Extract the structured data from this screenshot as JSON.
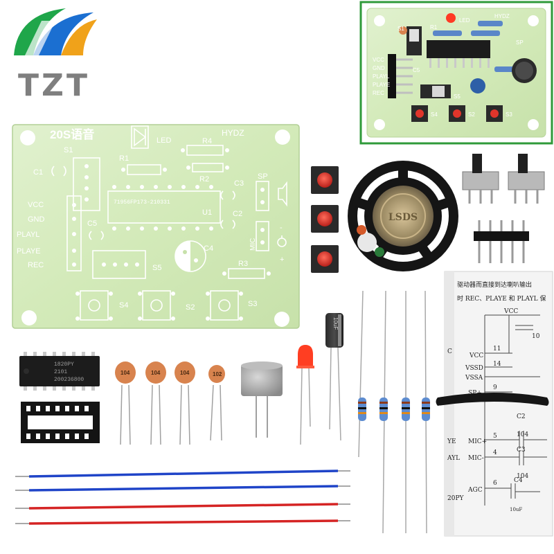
{
  "brand": {
    "logo_text": "TZT",
    "logo_colors": [
      "#1fa64a",
      "#1b6fd1",
      "#f0a21a",
      "#8a8a8a"
    ]
  },
  "pcb_main": {
    "title": "20S语音",
    "brand": "HYDZ",
    "chip_marking": "71956FP173-210331",
    "labels": {
      "led": "LED",
      "r1": "R1",
      "r2": "R2",
      "r3": "R3",
      "r4": "R4",
      "s1": "S1",
      "s2": "S2",
      "s3": "S3",
      "s4": "S4",
      "s5": "S5",
      "c1": "C1",
      "c2": "C2",
      "c3": "C3",
      "c4": "C4",
      "c5": "C5",
      "u1": "U1",
      "sp": "SP",
      "mic": "MIC",
      "plus": "+",
      "minus": "-"
    },
    "pins": [
      "VCC",
      "GND",
      "PLAYL",
      "PLAYE",
      "REC"
    ]
  },
  "pcb_inset": {
    "brand": "HYDZ",
    "led": "LED",
    "sp": "SP",
    "pins": [
      "VCC",
      "GND",
      "PLAYL",
      "PLAYE",
      "REC"
    ],
    "switches": [
      "S4",
      "S2",
      "S3"
    ],
    "s5": "S5",
    "c5": "C5",
    "s1": "S1",
    "r1": "R1"
  },
  "components": {
    "chip_lines": [
      "1820PY",
      "2101",
      "200236800"
    ],
    "capacitor_code": "104",
    "capacitor_small_code": "102",
    "speaker_label": "LSDS",
    "electrolytic_label": "10uF"
  },
  "schematic": {
    "cn_line1": "驱动器而直接到达喇叭输出",
    "cn_line2": "时 REC、PLAYE 和 PLAYL 保",
    "vcc": "VCC",
    "pins": [
      {
        "num": "11",
        "name": "VCC"
      },
      {
        "num": "14",
        "name": "VSSD"
      },
      {
        "num": "",
        "name": "VSSA"
      },
      {
        "num": "9",
        "name": "SP+"
      },
      {
        "num": "5",
        "name": "MIC+"
      },
      {
        "num": "4",
        "name": "MIC-"
      },
      {
        "num": "6",
        "name": "AGC"
      }
    ],
    "caps": [
      {
        "name": "C2",
        "value": "104"
      },
      {
        "name": "C3",
        "value": "104"
      },
      {
        "name": "C4",
        "value": "10uF"
      }
    ],
    "left_fragments": [
      "YE",
      "AYL",
      "20PY",
      "C"
    ],
    "right_fragment": "10"
  },
  "colors": {
    "pcb_green": "#d7ecc0",
    "pcb_dark": "#c4dfa7",
    "silk": "#ffffff",
    "chip": "#1c1c1c",
    "button_red": "#e0352b",
    "wire_blue": "#1f44c8",
    "wire_red": "#d52424",
    "cap_orange": "#d8834e"
  }
}
